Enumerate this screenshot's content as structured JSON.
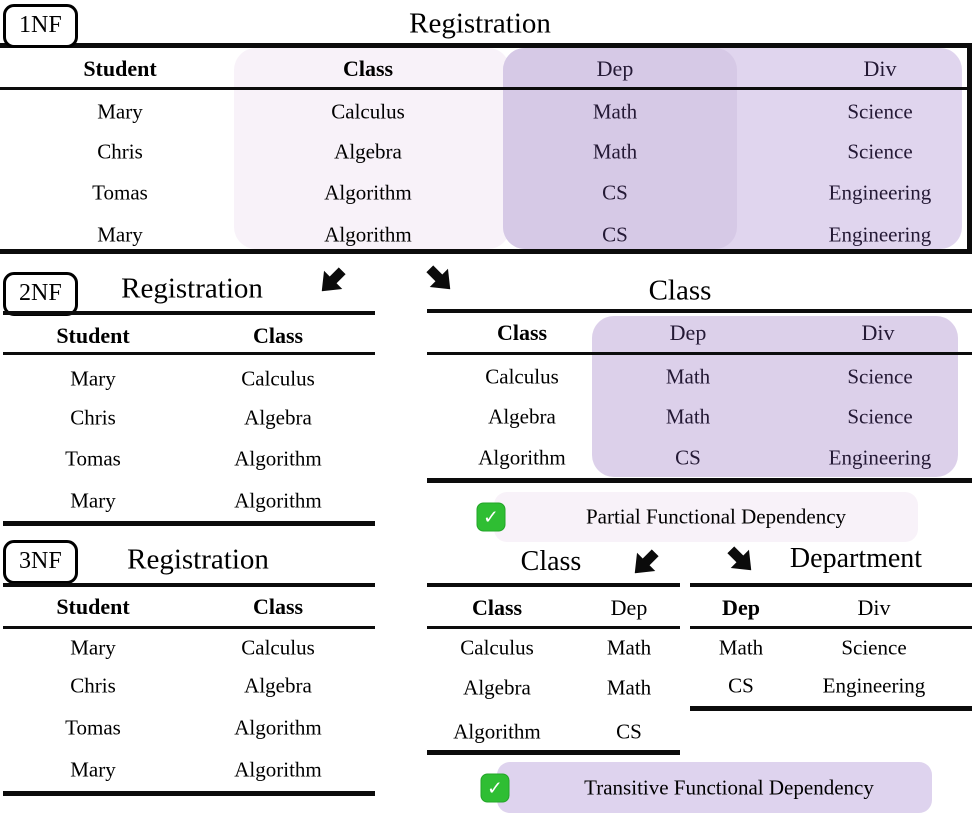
{
  "colors": {
    "class_col_highlight": "#f8f2f9",
    "dep_col_highlight": "#d6c9e6",
    "div_col_highlight": "#e0d5ee",
    "note_partial_bg": "#f8f2f9",
    "note_transitive_bg": "#ded3ee",
    "check_green": "#2fbe33",
    "purple_text": "#241935",
    "line_black": "#0c0c0c"
  },
  "icons": {
    "check_glyph": "✓"
  },
  "sections": {
    "nf1": {
      "badge": "1NF",
      "title": "Registration",
      "headers": [
        "Student",
        "Class",
        "Dep",
        "Div"
      ],
      "rows": [
        [
          "Mary",
          "Calculus",
          "Math",
          "Science"
        ],
        [
          "Chris",
          "Algebra",
          "Math",
          "Science"
        ],
        [
          "Tomas",
          "Algorithm",
          "CS",
          "Engineering"
        ],
        [
          "Mary",
          "Algorithm",
          "CS",
          "Engineering"
        ]
      ]
    },
    "nf2": {
      "badge": "2NF",
      "reg": {
        "title": "Registration",
        "headers": [
          "Student",
          "Class"
        ],
        "rows": [
          [
            "Mary",
            "Calculus"
          ],
          [
            "Chris",
            "Algebra"
          ],
          [
            "Tomas",
            "Algorithm"
          ],
          [
            "Mary",
            "Algorithm"
          ]
        ]
      },
      "cls": {
        "title": "Class",
        "headers": [
          "Class",
          "Dep",
          "Div"
        ],
        "rows": [
          [
            "Calculus",
            "Math",
            "Science"
          ],
          [
            "Algebra",
            "Math",
            "Science"
          ],
          [
            "Algorithm",
            "CS",
            "Engineering"
          ]
        ]
      },
      "note": {
        "label": "Partial Functional Dependency"
      }
    },
    "nf3": {
      "badge": "3NF",
      "reg": {
        "title": "Registration",
        "headers": [
          "Student",
          "Class"
        ],
        "rows": [
          [
            "Mary",
            "Calculus"
          ],
          [
            "Chris",
            "Algebra"
          ],
          [
            "Tomas",
            "Algorithm"
          ],
          [
            "Mary",
            "Algorithm"
          ]
        ]
      },
      "cls": {
        "title": "Class",
        "headers": [
          "Class",
          "Dep"
        ],
        "rows": [
          [
            "Calculus",
            "Math"
          ],
          [
            "Algebra",
            "Math"
          ],
          [
            "Algorithm",
            "CS"
          ]
        ]
      },
      "dept": {
        "title": "Department",
        "headers": [
          "Dep",
          "Div"
        ],
        "rows": [
          [
            "Math",
            "Science"
          ],
          [
            "CS",
            "Engineering"
          ]
        ]
      },
      "note": {
        "label": "Transitive Functional Dependency"
      }
    }
  }
}
